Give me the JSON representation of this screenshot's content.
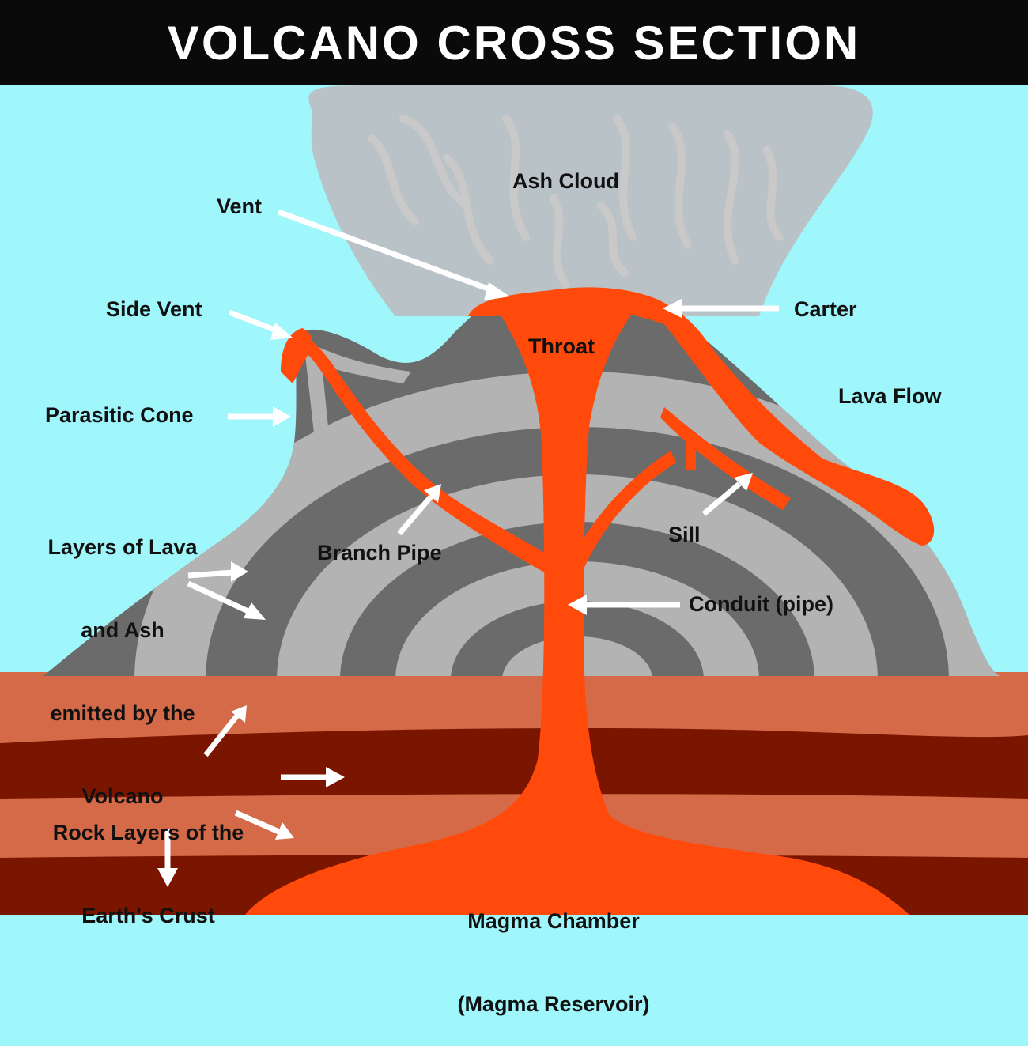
{
  "title": "VOLCANO CROSS SECTION",
  "labels": {
    "ash_cloud": "Ash Cloud",
    "vent": "Vent",
    "side_vent": "Side Vent",
    "carter": "Carter",
    "throat": "Throat",
    "lava_flow": "Lava Flow",
    "parasitic_cone": "Parasitic Cone",
    "layers_line1": "Layers of Lava",
    "layers_line2": "and Ash",
    "layers_line3": "emitted by the",
    "layers_line4": "Volcano",
    "branch_pipe": "Branch Pipe",
    "sill": "Sill",
    "conduit": "Conduit (pipe)",
    "rock_line1": "Rock Layers of the",
    "rock_line2": "Earth's Crust",
    "magma_line1": "Magma Chamber",
    "magma_line2": "(Magma Reservoir)"
  },
  "colors": {
    "sky": "#9ff6fb",
    "ash": "#b9c3c7",
    "dark_layer": "#6b6b6b",
    "light_layer": "#b3b3b3",
    "lava": "#ff4a0c",
    "crust_light": "#d46a48",
    "crust_dark": "#7a1500",
    "arrow": "#ffffff"
  }
}
